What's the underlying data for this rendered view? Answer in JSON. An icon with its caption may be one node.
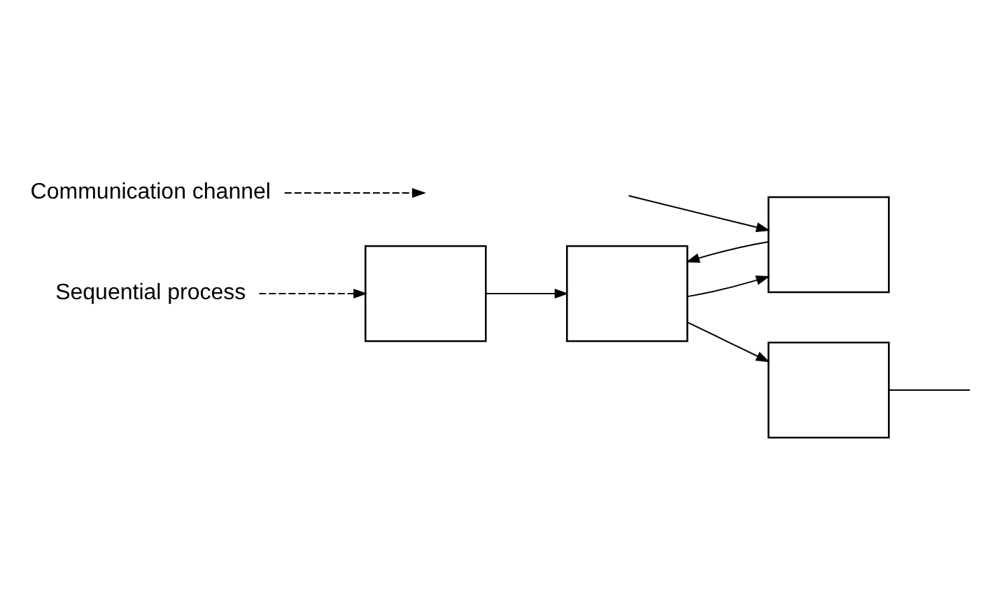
{
  "diagram": {
    "nodes": [
      {
        "text": [],
        "shape": "box"
      },
      {
        "text": [],
        "shape": "box"
      },
      {
        "text": [],
        "shape": "box"
      },
      {
        "text": [],
        "shape": "box"
      },
      {
        "text": [
          "Sequential process"
        ]
      },
      {
        "text": [
          "Communication channel"
        ]
      }
    ],
    "edges": [
      {
        "from": 0,
        "to": 1,
        "arrow": "to"
      },
      {
        "from": 1,
        "to": 2,
        "arrow": "to"
      },
      {
        "from": 1,
        "to": 3,
        "arrow": "to"
      },
      {
        "from": 3,
        "to": 1,
        "arrow": "to"
      },
      {
        "from": 2,
        "to": null,
        "arrow": "none"
      },
      {
        "from": null,
        "to": 3,
        "arrow": "to"
      },
      {
        "from": 4,
        "to": 0,
        "arrow": "to",
        "style": "dashed"
      },
      {
        "from": 5,
        "to": null,
        "arrow": "to",
        "style": "dashed"
      }
    ]
  }
}
